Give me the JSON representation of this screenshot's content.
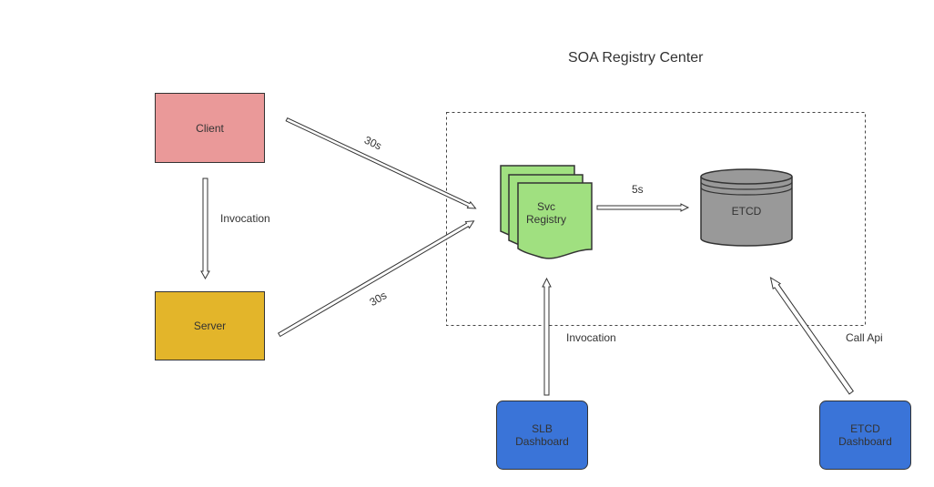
{
  "title": "SOA Registry Center",
  "nodes": {
    "client": {
      "label": "Client",
      "color": "#ea9999"
    },
    "server": {
      "label": "Server",
      "color": "#e3b52a"
    },
    "registry": {
      "label_line1": "Svc",
      "label_line2": "Registry",
      "color": "#a0e080"
    },
    "etcd": {
      "label": "ETCD",
      "color": "#999999"
    },
    "slb_dashboard": {
      "label_line1": "SLB",
      "label_line2": "Dashboard",
      "color": "#3a74d8"
    },
    "etcd_dashboard": {
      "label_line1": "ETCD",
      "label_line2": "Dashboard",
      "color": "#3a74d8"
    }
  },
  "edges": {
    "client_to_server": "Invocation",
    "client_to_registry": "30s",
    "server_to_registry": "30s",
    "registry_to_etcd": "5s",
    "slb_to_registry": "Invocation",
    "etcd_dashboard_to_etcd": "Call Api"
  }
}
